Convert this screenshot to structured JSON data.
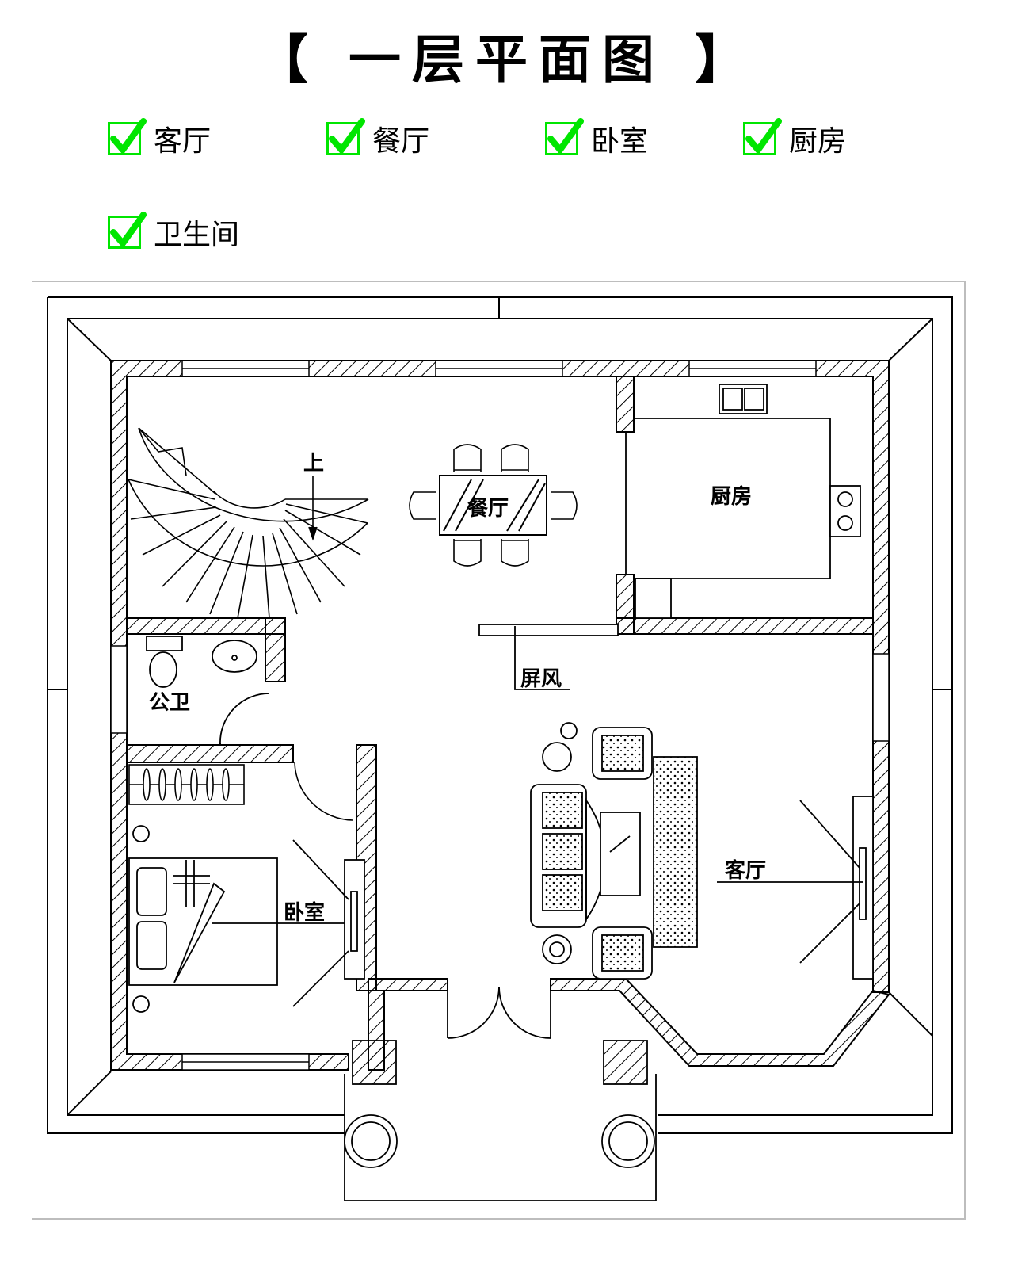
{
  "title": "【 一层平面图 】",
  "legend": {
    "items": [
      {
        "label": "客厅"
      },
      {
        "label": "餐厅"
      },
      {
        "label": "卧室"
      },
      {
        "label": "厨房"
      },
      {
        "label": "卫生间"
      }
    ],
    "check_color": "#00e600"
  },
  "plan": {
    "labels": {
      "up": "上",
      "dining": "餐厅",
      "kitchen": "厨房",
      "public_bath": "公卫",
      "screen": "屏风",
      "bedroom": "卧室",
      "living": "客厅"
    }
  }
}
